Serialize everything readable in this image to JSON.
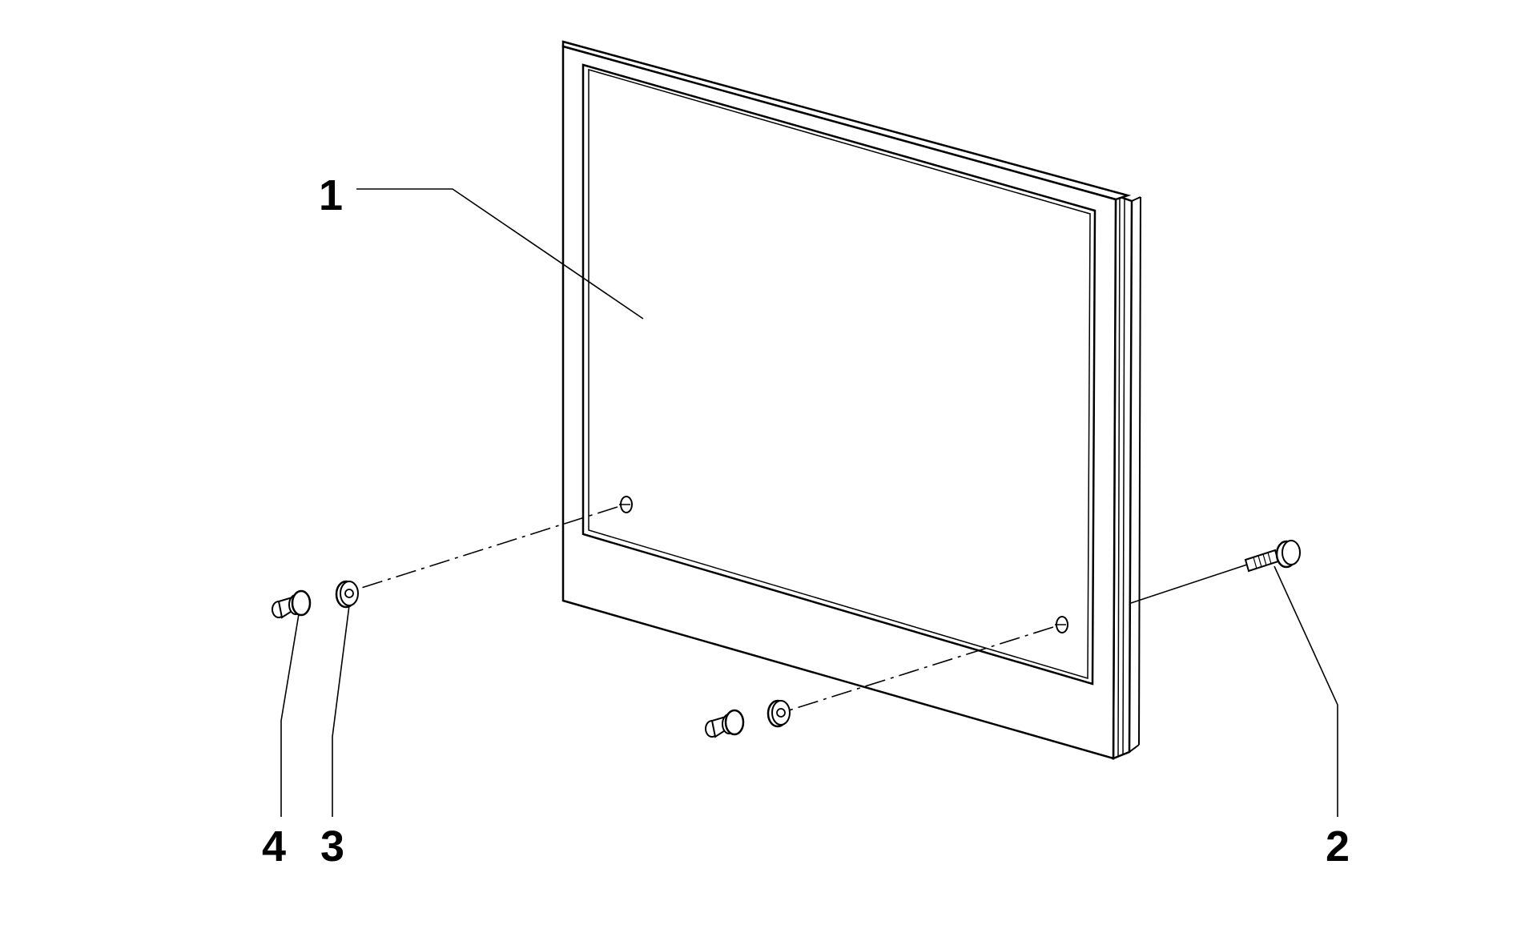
{
  "diagram": {
    "labels": {
      "glass_panel": "1",
      "long_screw": "2",
      "washer": "3",
      "short_screw": "4"
    },
    "colors": {
      "line": "#000000",
      "background": "#ffffff"
    }
  }
}
